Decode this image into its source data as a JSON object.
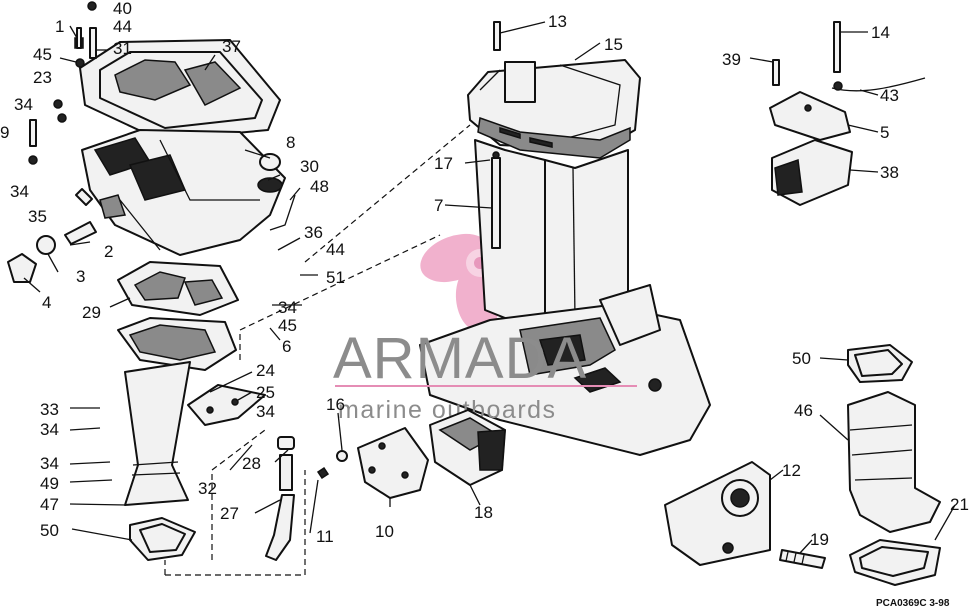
{
  "diagram": {
    "callouts": [
      {
        "id": "c40",
        "label": "40"
      },
      {
        "id": "c1",
        "label": "1"
      },
      {
        "id": "c44a",
        "label": "44"
      },
      {
        "id": "c45a",
        "label": "45"
      },
      {
        "id": "c31",
        "label": "31"
      },
      {
        "id": "c37",
        "label": "37"
      },
      {
        "id": "c23",
        "label": "23"
      },
      {
        "id": "c34a",
        "label": "34"
      },
      {
        "id": "c9",
        "label": "9"
      },
      {
        "id": "c34b",
        "label": "34"
      },
      {
        "id": "c35",
        "label": "35"
      },
      {
        "id": "c8",
        "label": "8"
      },
      {
        "id": "c30",
        "label": "30"
      },
      {
        "id": "c48",
        "label": "48"
      },
      {
        "id": "c2",
        "label": "2"
      },
      {
        "id": "c3",
        "label": "3"
      },
      {
        "id": "c4",
        "label": "4"
      },
      {
        "id": "c36",
        "label": "36"
      },
      {
        "id": "c44b",
        "label": "44"
      },
      {
        "id": "c51",
        "label": "51"
      },
      {
        "id": "c29",
        "label": "29"
      },
      {
        "id": "c34c",
        "label": "34"
      },
      {
        "id": "c45b",
        "label": "45"
      },
      {
        "id": "c6",
        "label": "6"
      },
      {
        "id": "c24",
        "label": "24"
      },
      {
        "id": "c25",
        "label": "25"
      },
      {
        "id": "c34d",
        "label": "34"
      },
      {
        "id": "c33",
        "label": "33"
      },
      {
        "id": "c34e",
        "label": "34"
      },
      {
        "id": "c34f",
        "label": "34"
      },
      {
        "id": "c49",
        "label": "49"
      },
      {
        "id": "c28",
        "label": "28"
      },
      {
        "id": "c32",
        "label": "32"
      },
      {
        "id": "c47",
        "label": "47"
      },
      {
        "id": "c27",
        "label": "27"
      },
      {
        "id": "c50a",
        "label": "50"
      },
      {
        "id": "c11",
        "label": "11"
      },
      {
        "id": "c16",
        "label": "16"
      },
      {
        "id": "c10",
        "label": "10"
      },
      {
        "id": "c18",
        "label": "18"
      },
      {
        "id": "c13",
        "label": "13"
      },
      {
        "id": "c15",
        "label": "15"
      },
      {
        "id": "c17",
        "label": "17"
      },
      {
        "id": "c7",
        "label": "7"
      },
      {
        "id": "c39",
        "label": "39"
      },
      {
        "id": "c14",
        "label": "14"
      },
      {
        "id": "c43",
        "label": "43"
      },
      {
        "id": "c5",
        "label": "5"
      },
      {
        "id": "c38",
        "label": "38"
      },
      {
        "id": "c50b",
        "label": "50"
      },
      {
        "id": "c46",
        "label": "46"
      },
      {
        "id": "c12",
        "label": "12"
      },
      {
        "id": "c21",
        "label": "21"
      },
      {
        "id": "c19",
        "label": "19"
      }
    ],
    "drawing_code": "PCA0369C   3-98"
  },
  "watermark": {
    "brand": "ARMADA",
    "tagline": "marine outboards",
    "colors": {
      "propeller": "#f0a9c8",
      "text": "#8c8c8c",
      "line": "#e58db5"
    }
  }
}
